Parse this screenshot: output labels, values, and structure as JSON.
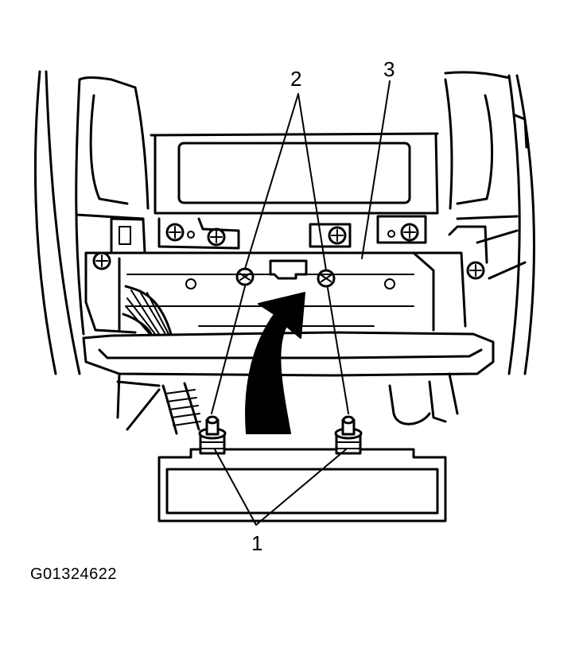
{
  "callouts": [
    {
      "label": "1"
    },
    {
      "label": "2"
    },
    {
      "label": "3"
    }
  ],
  "figure_id": "G01324622",
  "colors": {
    "ink": "#000000",
    "paper": "#ffffff"
  }
}
